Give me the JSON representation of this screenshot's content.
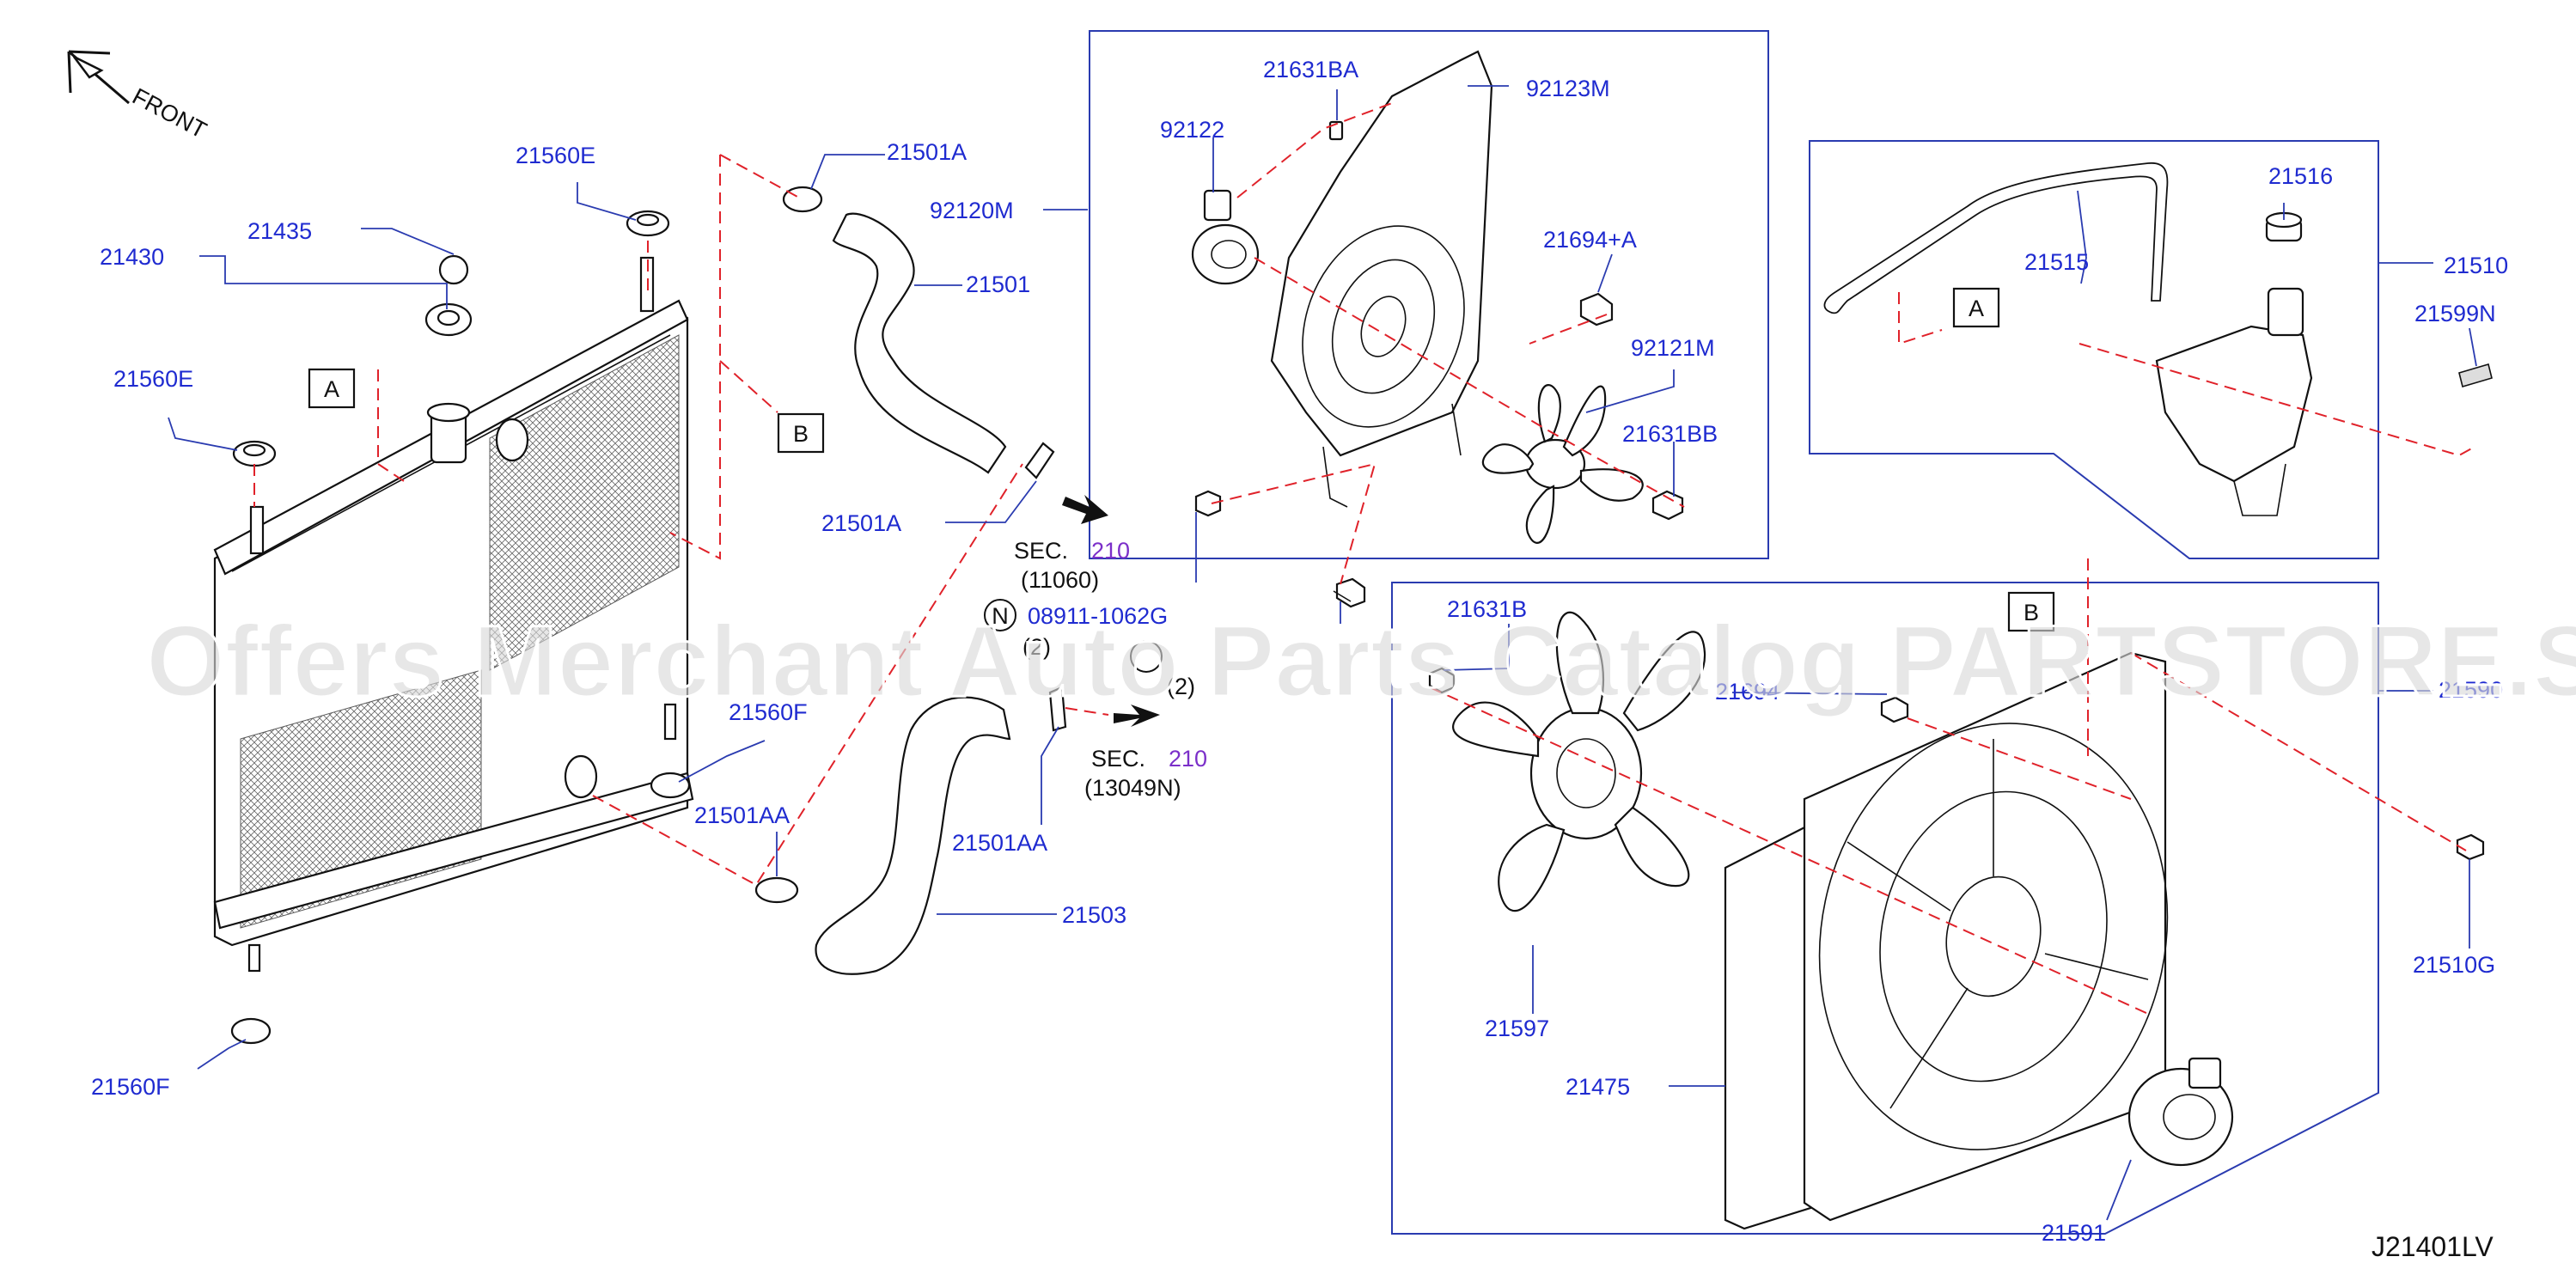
{
  "diagram": {
    "direction_label": "FRONT",
    "reference_code": "J21401LV",
    "watermark": "Offers Merchant Auto Parts Catalog PARTSTORE.SA",
    "section_keyword": "SEC.",
    "callout_a": "A",
    "callout_b": "B",
    "nut_symbol": "N",
    "upper_section": {
      "number": "210",
      "code": "(11060)"
    },
    "lower_section": {
      "number": "210",
      "code": "(13049N)"
    },
    "nut_part_number": "08911-1062G",
    "nut_quantity": "(2)",
    "bolt_quantity": "(2)",
    "part_labels": {
      "p21560E_top": "21560E",
      "p21435": "21435",
      "p21430": "21430",
      "p21560E_left": "21560E",
      "p21501A_top": "21501A",
      "p21501": "21501",
      "p21501A_bottom": "21501A",
      "p21560F_mid": "21560F",
      "p21501AA_left": "21501AA",
      "p21501AA_right": "21501AA",
      "p21503": "21503",
      "p21560F_bottom": "21560F",
      "p92120M": "92120M",
      "p21631BA": "21631BA",
      "p92123M": "92123M",
      "p92122": "92122",
      "p21694A": "21694+A",
      "p92121M": "92121M",
      "p21631BB": "21631BB",
      "p21516": "21516",
      "p21515": "21515",
      "p21510": "21510",
      "p21599N": "21599N",
      "p21631B": "21631B",
      "p21694": "21694",
      "p21590": "21590",
      "p21510G": "21510G",
      "p21597": "21597",
      "p21475": "21475",
      "p21591": "21591"
    }
  },
  "colors": {
    "label_blue": "#1f2bd0",
    "leader_blue": "#2a3bb0",
    "dash_red": "#e0222a",
    "section_purple": "#7b2fc9",
    "line_black": "#111111"
  }
}
